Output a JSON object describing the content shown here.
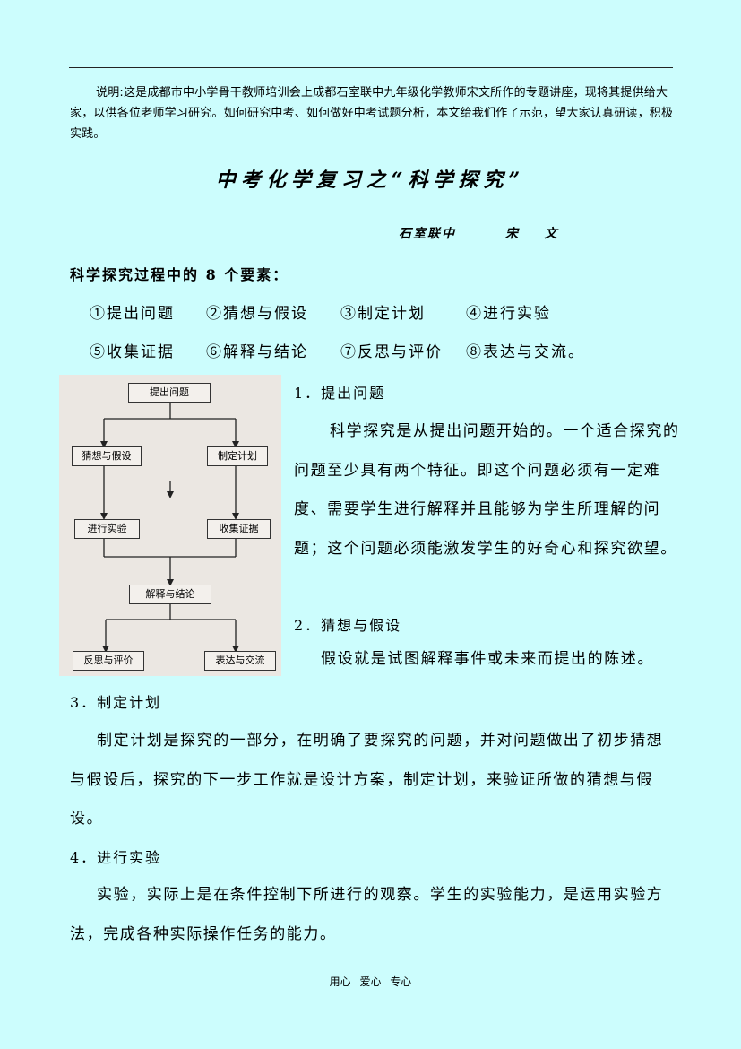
{
  "note": "说明:这是成都市中小学骨干教师培训会上成都石室联中九年级化学教师宋文所作的专题讲座，现将其提供给大家，以供各位老师学习研究。如何研究中考、如何做好中考试题分析，本文给我们作了示范，望大家认真研读，积极实践。",
  "title": "中考化学复习之“科学探究”",
  "author": "石室联中        宋    文",
  "intro": "科学探究过程中的 8 个要素：",
  "elements": [
    "①提出问题",
    "②猜想与假设",
    "③制定计划",
    "④进行实验",
    "⑤收集证据",
    "⑥解释与结论",
    "⑦反思与评价",
    "⑧表达与交流。"
  ],
  "flowchart": {
    "nodes": [
      "提出问题",
      "猜想与假设",
      "制定计划",
      "进行实验",
      "收集证据",
      "解释与结论",
      "反思与评价",
      "表达与交流"
    ]
  },
  "sections": [
    {
      "heading": "1．提出问题",
      "body": "科学探究是从提出问题开始的。一个适合探究的问题至少具有两个特征。即这个问题必须有一定难度、需要学生进行解释并且能够为学生所理解的问题；这个问题必须能激发学生的好奇心和探究欲望。"
    },
    {
      "heading": "2．猜想与假设",
      "body": "假设就是试图解释事件或未来而提出的陈述。"
    },
    {
      "heading": "3．制定计划",
      "body": "制定计划是探究的一部分，在明确了要探究的问题，并对问题做出了初步猜想与假设后，探究的下一步工作就是设计方案，制定计划，来验证所做的猜想与假设。"
    },
    {
      "heading": "4．进行实验",
      "body": "实验，实际上是在条件控制下所进行的观察。学生的实验能力，是运用实验方法，完成各种实际操作任务的能力。"
    }
  ],
  "footer": "用心 爱心 专心"
}
